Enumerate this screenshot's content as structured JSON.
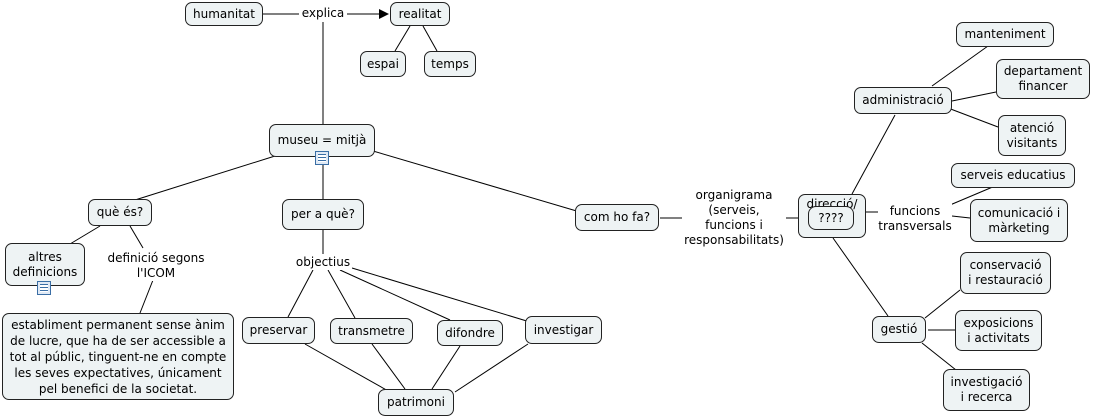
{
  "nodes": {
    "humanitat": "humanitat",
    "realitat": "realitat",
    "espai": "espai",
    "temps": "temps",
    "museu": "museu = mitjà",
    "que_es": "què és?",
    "per_a_que": "per a què?",
    "com_ho_fa": "com ho fa?",
    "altres_definicions": "altres\ndefinicions",
    "definicio_text": "establiment permanent sense ànim\nde lucre, que ha de ser accessible a\ntot al públic, tinguent-ne en compte\nles seves expectatives, únicament\npel benefici de la societat.",
    "preservar": "preservar",
    "transmetre": "transmetre",
    "difondre": "difondre",
    "investigar": "investigar",
    "patrimoni": "patrimoni",
    "direccio": "direcció/",
    "questions": "????",
    "administracio": "administració",
    "manteniment": "manteniment",
    "departament_financer": "departament\nfinancer",
    "atencio_visitants": "atenció\nvisitants",
    "serveis_educatius": "serveis educatius",
    "comunicacio_marketing": "comunicació i\nmàrketing",
    "gestio": "gestió",
    "conservacio": "conservació\ni restauració",
    "exposicions": "exposicions\ni activitats",
    "investigacio": "investigació\ni recerca"
  },
  "labels": {
    "explica": "explica",
    "definicio_segons": "definició segons\nl'ICOM",
    "objectius": "objectius",
    "organigrama": "organigrama\n(serveis,\nfuncions i\nresponsabilitats)",
    "funcions_transversals": "funcions\ntransversals"
  },
  "icons": [
    "note-icon",
    "note-icon"
  ],
  "colors": {
    "node_fill": "#eef3f4",
    "border": "#222222",
    "line": "#000000"
  }
}
